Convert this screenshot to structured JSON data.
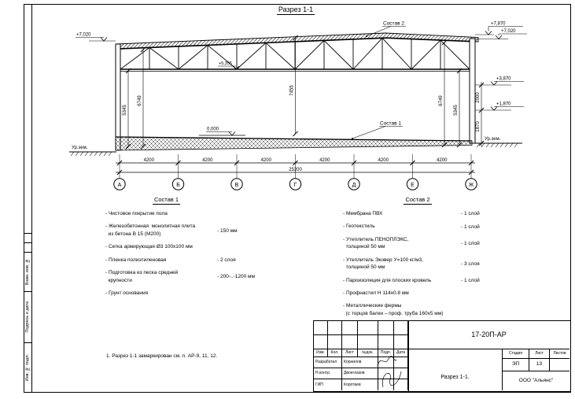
{
  "sheet": {
    "title": "Разрез 1-1",
    "note": "1. Разрез 1-1 замаркирован см. п. АР-9, 11, 12."
  },
  "drawing": {
    "callout_roof": "Состав 2",
    "callout_floor": "Состав 1",
    "ground_left": "Ур.зем.",
    "ground_right": "Ур.зем.",
    "elev_left_eave": "+7,020",
    "elev_right_ridge": "+7,870",
    "elev_right_eave": "+7,020",
    "elev_right_mid": "+3,870",
    "elev_right_low": "+1,870",
    "elev_floor": "0,000",
    "elev_truss_bottom": "+5,355",
    "vertical_dims": [
      "5345",
      "6749",
      "7455",
      "6749",
      "5345"
    ],
    "right_dims": [
      "2000",
      "1870"
    ],
    "span_dims": [
      "4200",
      "4200",
      "4200",
      "4200",
      "4200",
      "4200"
    ],
    "total_dim": "25200",
    "axes": [
      "А",
      "Б",
      "В",
      "Г",
      "Д",
      "Е",
      "Ж"
    ]
  },
  "comp1": {
    "title": "Состав 1",
    "items": [
      {
        "lines": [
          "- Чистовое покрытие пола"
        ],
        "value": ""
      },
      {
        "lines": [
          "- Железобетонная  монолитная плита",
          "  из бетона В 15 (М200)"
        ],
        "value": "- 150 мм"
      },
      {
        "lines": [
          "- Сетка армирующая Ø3 100x100 мм"
        ],
        "value": ""
      },
      {
        "lines": [
          "- Пленка полиэтиленовая"
        ],
        "value": "- 2 слоя"
      },
      {
        "lines": [
          "- Подготовка из песка средней",
          "  крупности"
        ],
        "value": "- 200-..-1200 мм"
      },
      {
        "lines": [
          "- Грунт основания"
        ],
        "value": ""
      }
    ]
  },
  "comp2": {
    "title": "Состав 2",
    "items": [
      {
        "lines": [
          "- Мембрана ПВХ"
        ],
        "value": "- 1 слой"
      },
      {
        "lines": [
          "- Геотекстиль"
        ],
        "value": "- 1 слой"
      },
      {
        "lines": [
          "- Утеплитель ПЕНОПЛЭКС,",
          "  толщиной 50 мм"
        ],
        "value": "- 1 слой"
      },
      {
        "lines": [
          "- Утеплитель Эковер У=100 кг/м3,",
          "  толщиной 50 мм"
        ],
        "value": "- 3 слоя"
      },
      {
        "lines": [
          "- Пароизоляция для плоских кровель"
        ],
        "value": "- 1 слой"
      },
      {
        "lines": [
          "- Профнастил Н 114х0.8 мм"
        ],
        "value": ""
      },
      {
        "lines": [
          "- Металлические фермы",
          "  (с торцов балки – проф. труба 160х5 мм)"
        ],
        "value": ""
      }
    ]
  },
  "stamp": {
    "doc_number": "17-20П-АР",
    "cols": [
      "Изм.",
      "Кол.",
      "Лист",
      "№док.",
      "Подп.",
      "Дата"
    ],
    "rows": [
      {
        "role": "Разработал",
        "name": "Корнилов"
      },
      {
        "role": "Н.контр.",
        "name": "Двоеглазов"
      },
      {
        "role": "ГИП",
        "name": "Коротаев"
      }
    ],
    "stage_label": "Стадия",
    "sheet_label": "Лист",
    "sheets_label": "Листов",
    "stage": "ЭП",
    "sheet_no": "13",
    "sheets_total": "",
    "doc_title": "Разрез 1-1.",
    "company": "ООО \"Альянс\""
  },
  "margin_strip": [
    "Взам. инв. №",
    "Подпись и дата",
    "Инв. № подл."
  ]
}
